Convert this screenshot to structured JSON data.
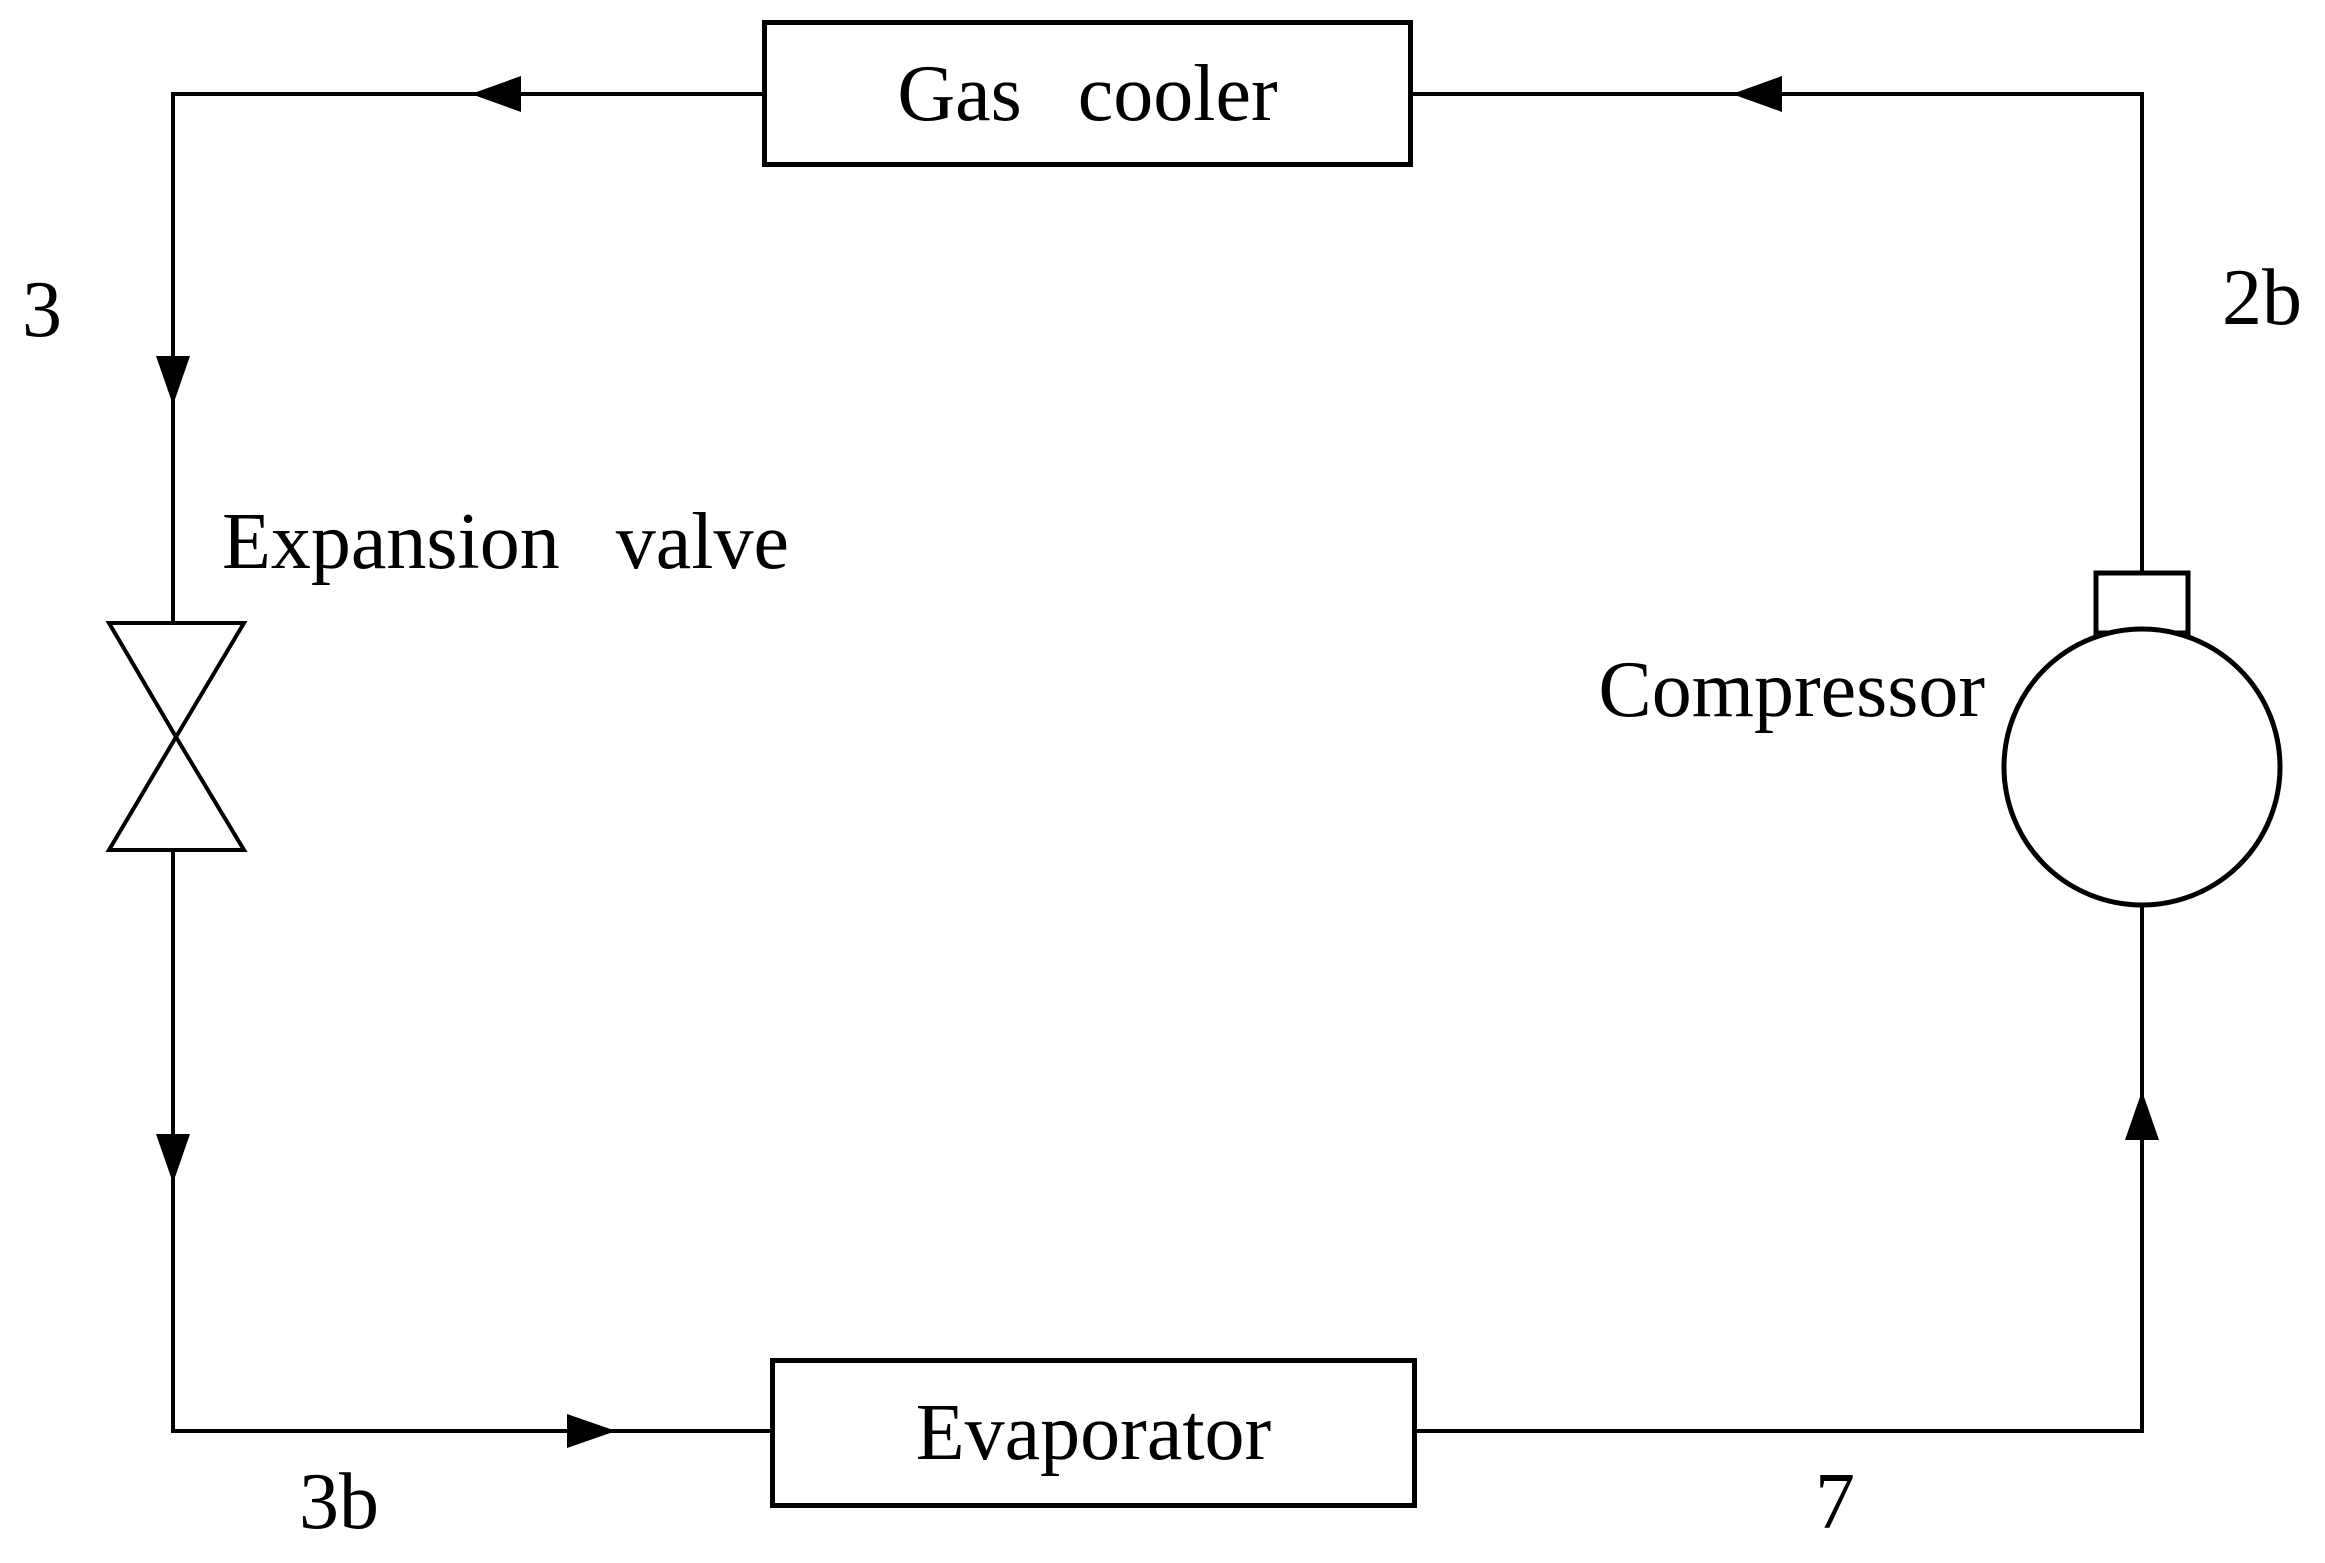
{
  "components": {
    "gas_cooler": {
      "label": "Gas cooler"
    },
    "evaporator": {
      "label": "Evaporator"
    },
    "compressor": {
      "label": "Compressor"
    },
    "expansion_valve": {
      "label": "Expansion valve"
    }
  },
  "state_points": {
    "p3": {
      "label": "3"
    },
    "p2b": {
      "label": "2b"
    },
    "p3b": {
      "label": "3b"
    },
    "p7": {
      "label": "7"
    }
  },
  "colors": {
    "line": "#000000",
    "background": "#ffffff"
  }
}
